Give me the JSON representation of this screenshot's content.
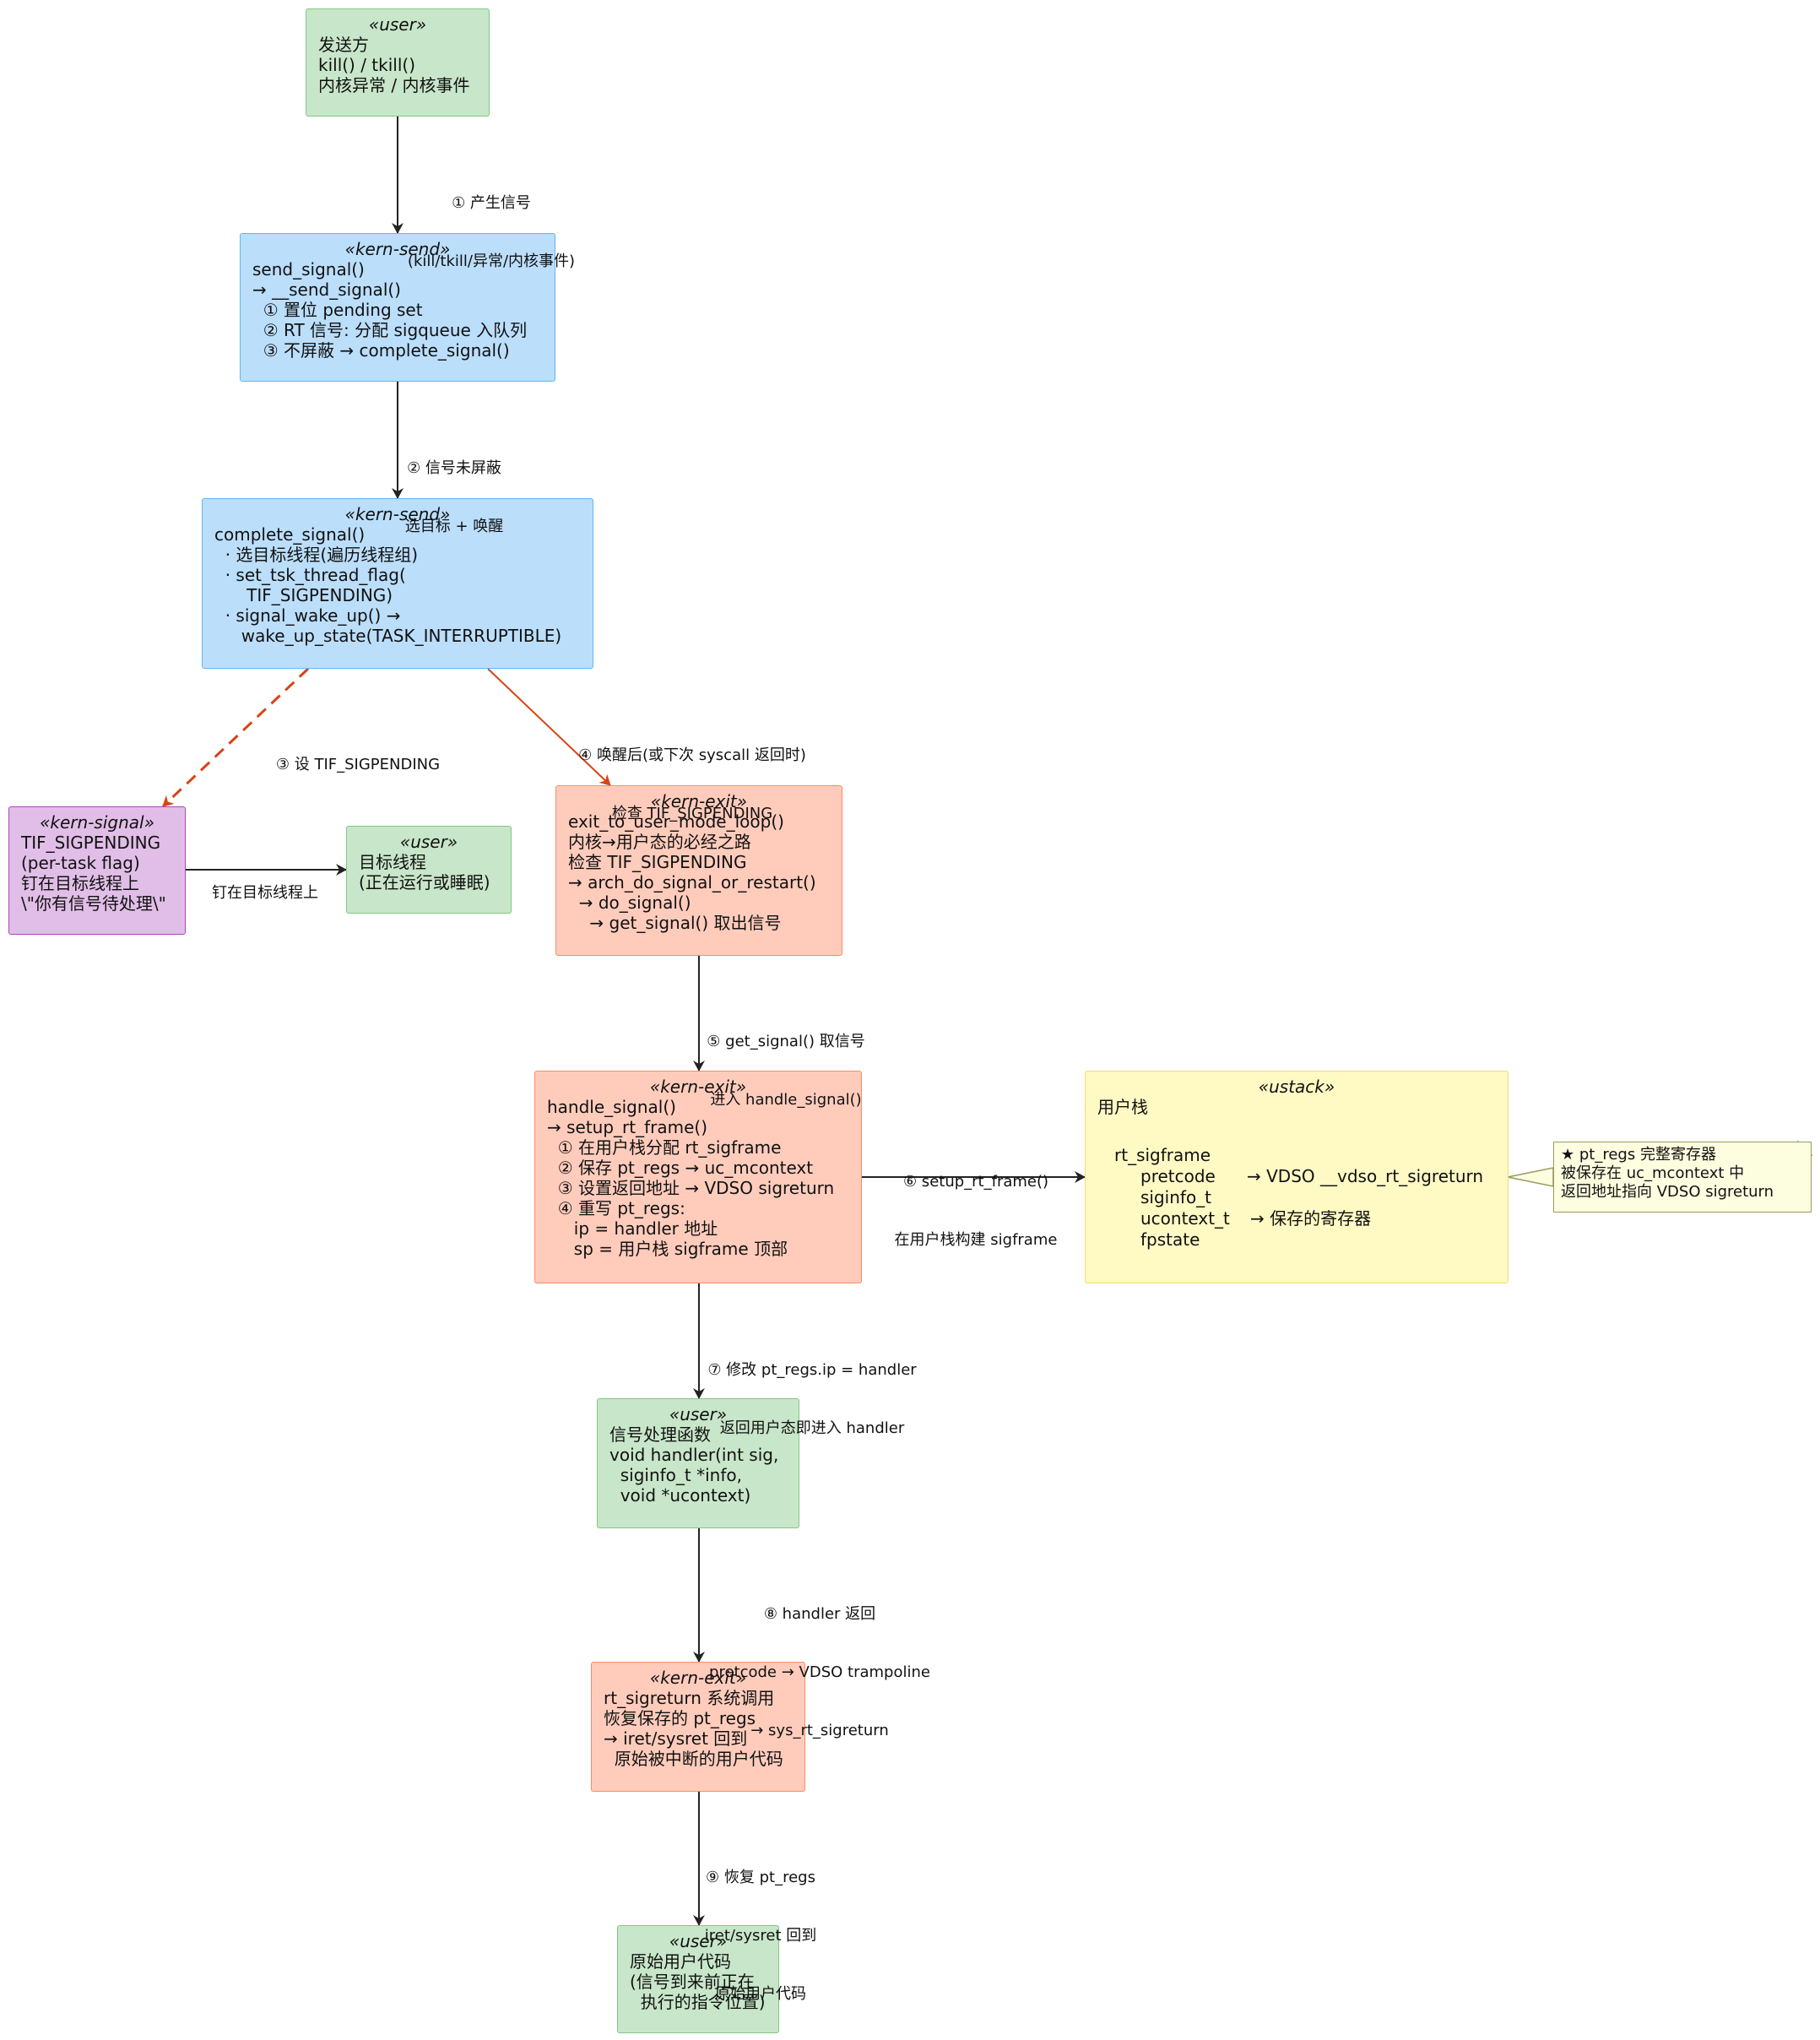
{
  "nodes": {
    "sender": {
      "stereotype": "«user»",
      "lines": [
        "发送方",
        "kill() / tkill()",
        "内核异常 / 内核事件"
      ]
    },
    "send_signal": {
      "stereotype": "«kern-send»",
      "lines": [
        "send_signal()",
        "→ __send_signal()",
        "  ① 置位 pending set",
        "  ② RT 信号: 分配 sigqueue 入队列",
        "  ③ 不屏蔽 → complete_signal()"
      ]
    },
    "complete_signal": {
      "stereotype": "«kern-send»",
      "lines": [
        "complete_signal()",
        "  · 选目标线程(遍历线程组)",
        "  · set_tsk_thread_flag(",
        "      TIF_SIGPENDING)",
        "  · signal_wake_up() →",
        "     wake_up_state(TASK_INTERRUPTIBLE)"
      ]
    },
    "tif": {
      "stereotype": "«kern-signal»",
      "lines": [
        "TIF_SIGPENDING",
        "(per-task flag)",
        "钉在目标线程上",
        "\\\"你有信号待处理\\\""
      ]
    },
    "target": {
      "stereotype": "«user»",
      "lines": [
        "目标线程",
        "(正在运行或睡眠)"
      ]
    },
    "exit_loop": {
      "stereotype": "«kern-exit»",
      "lines": [
        "exit_to_user_mode_loop()",
        "内核→用户态的必经之路",
        "检查 TIF_SIGPENDING",
        "→ arch_do_signal_or_restart()",
        "  → do_signal()",
        "    → get_signal() 取出信号"
      ]
    },
    "handle_signal": {
      "stereotype": "«kern-exit»",
      "lines": [
        "handle_signal()",
        "→ setup_rt_frame()",
        "  ① 在用户栈分配 rt_sigframe",
        "  ② 保存 pt_regs → uc_mcontext",
        "  ③ 设置返回地址 → VDSO sigreturn",
        "  ④ 重写 pt_regs:",
        "     ip = handler 地址",
        "     sp = 用户栈 sigframe 顶部"
      ]
    },
    "ustack": {
      "stereotype": "«ustack»",
      "title": "用户栈",
      "frame": [
        "rt_sigframe",
        "pretcode",
        "siginfo_t",
        "ucontext_t",
        "fpstate"
      ],
      "pretcode_target": "→ VDSO __vdso_rt_sigreturn",
      "ucontext_target": "→ 保存的寄存器"
    },
    "handler": {
      "stereotype": "«user»",
      "lines": [
        "信号处理函数",
        "void handler(int sig,",
        "  siginfo_t *info,",
        "  void *ucontext)"
      ]
    },
    "sigreturn": {
      "stereotype": "«kern-exit»",
      "lines": [
        "rt_sigreturn 系统调用",
        "恢复保存的 pt_regs",
        "→ iret/sysret 回到",
        "  原始被中断的用户代码"
      ]
    },
    "orig": {
      "stereotype": "«user»",
      "lines": [
        "原始用户代码",
        "(信号到来前正在",
        "  执行的指令位置)"
      ]
    }
  },
  "edges": {
    "e1": [
      "① 产生信号",
      "(kill/tkill/异常/内核事件)"
    ],
    "e2": [
      "② 信号未屏蔽",
      "选目标 + 唤醒"
    ],
    "e3": [
      "③ 设 TIF_SIGPENDING"
    ],
    "e4": [
      "④ 唤醒后(或下次 syscall 返回时)",
      "检查 TIF_SIGPENDING"
    ],
    "e_pin": [
      "钉在目标线程上"
    ],
    "e5": [
      "⑤ get_signal() 取信号",
      "进入 handle_signal()"
    ],
    "e6": [
      "⑥ setup_rt_frame()",
      "在用户栈构建 sigframe"
    ],
    "e7": [
      "⑦ 修改 pt_regs.ip = handler",
      "返回用户态即进入 handler"
    ],
    "e8": [
      "⑧ handler 返回",
      "pretcode → VDSO trampoline",
      "→ sys_rt_sigreturn"
    ],
    "e9": [
      "⑨ 恢复 pt_regs",
      "iret/sysret 回到",
      "原始用户代码"
    ]
  },
  "note": {
    "lines": [
      "★ pt_regs 完整寄存器",
      "被保存在 uc_mcontext 中",
      "返回地址指向 VDSO sigreturn"
    ]
  },
  "colors": {
    "arrow": "#222222",
    "accent_arrow": "#d84315"
  }
}
